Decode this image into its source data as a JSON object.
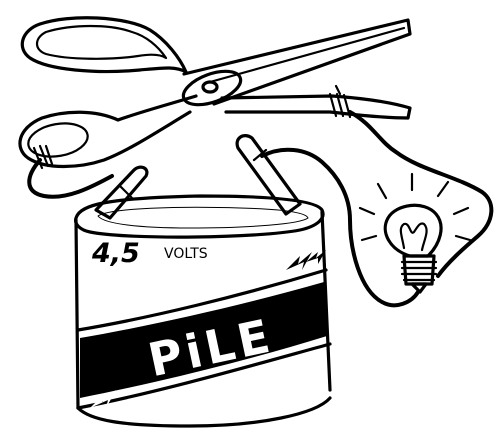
{
  "battery": {
    "voltage_number": "4,5",
    "voltage_unit": "VOLTS",
    "band_label": "PiLE"
  },
  "colors": {
    "ink": "#000000",
    "paper": "#ffffff"
  },
  "icons": [
    "scissors-icon",
    "battery-icon",
    "light-bulb-icon",
    "wire-icon",
    "lightning-icon"
  ]
}
